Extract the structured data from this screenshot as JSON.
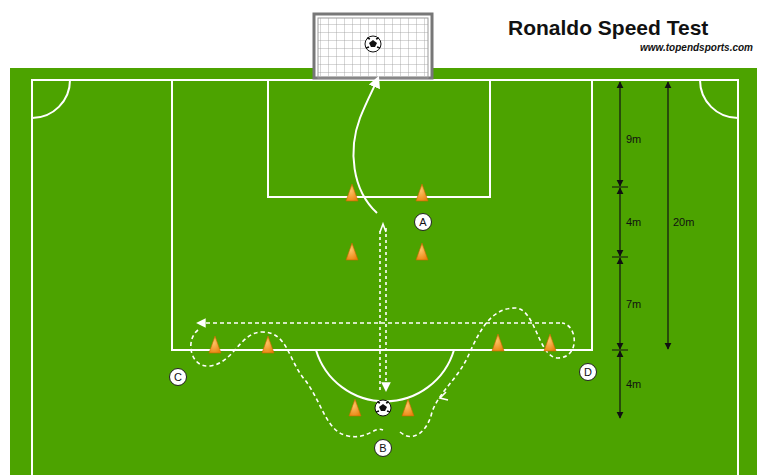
{
  "diagram": {
    "title": "Ronaldo Speed Test",
    "nodes": [
      {
        "text": [
          "A"
        ]
      },
      {
        "text": [
          "C"
        ]
      },
      {
        "text": [
          "D"
        ]
      },
      {
        "text": [
          "B"
        ]
      }
    ],
    "labels": [
      "www.topendsports.com",
      "9m",
      "4m",
      "7m",
      "4m",
      "20m"
    ]
  }
}
